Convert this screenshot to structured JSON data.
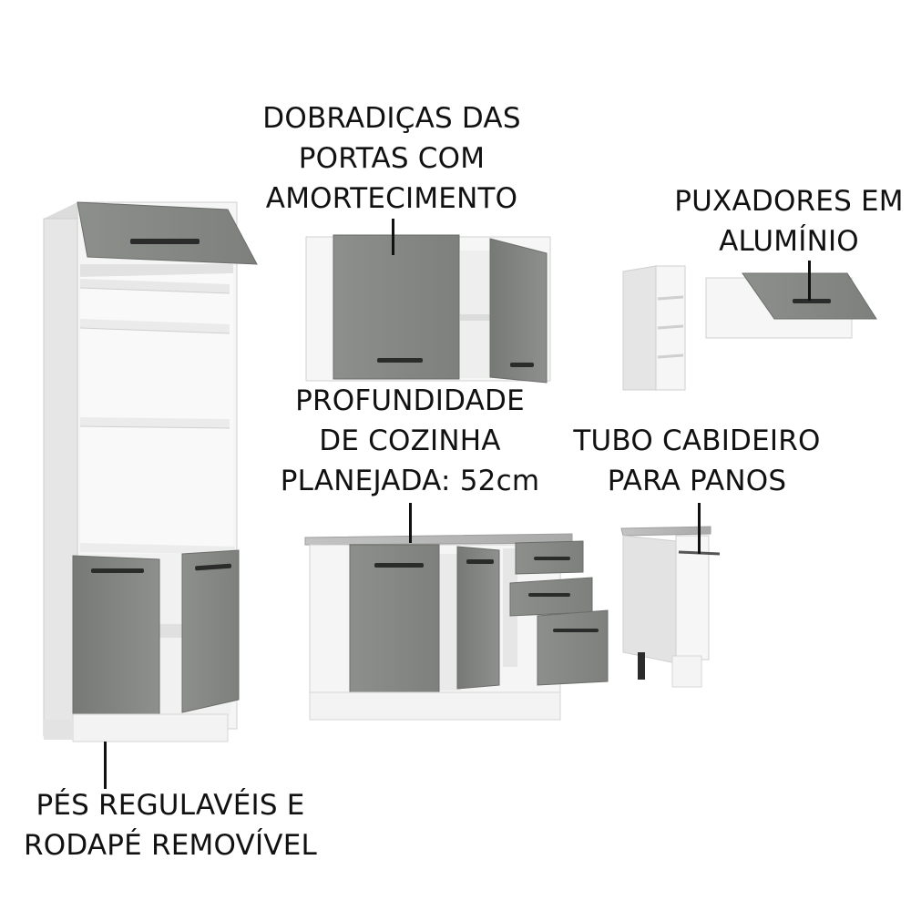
{
  "annotations": {
    "hinges": {
      "lines": [
        "DOBRADIÇAS DAS",
        "PORTAS COM",
        "AMORTECIMENTO"
      ]
    },
    "handles": {
      "lines": [
        "PUXADORES EM",
        "ALUMÍNIO"
      ]
    },
    "depth": {
      "lines": [
        "PROFUNDIDADE",
        "DE COZINHA",
        "PLANEJADA: 52cm"
      ]
    },
    "towel_rail": {
      "lines": [
        "TUBO CABIDEIRO",
        "PARA PANOS"
      ]
    },
    "feet": {
      "lines": [
        "PÉS REGULAVÉIS E",
        "RODAPÉ REMOVÍVEL"
      ]
    }
  },
  "colors": {
    "body_white": "#f4f4f4",
    "body_shade": "#dedede",
    "door_gray": "#8a8c89",
    "door_dark": "#6f716e",
    "countertop": "#b9b9b9",
    "handle": "#2b2b2b",
    "text": "#111111"
  }
}
